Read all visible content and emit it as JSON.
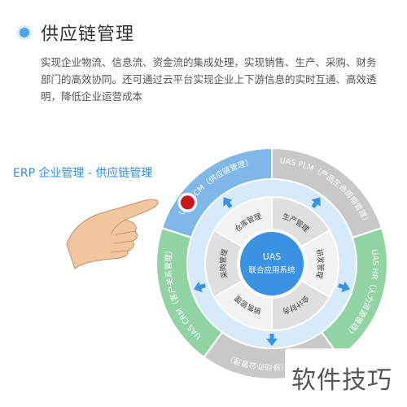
{
  "header": {
    "title": "供应链管理",
    "description": "实现企业物流、信息流、资金流的集成处理，实现销售、生产、采购、财务部门的高效协同。还可通过云平台实现企业上下游信息的实时互通、高效透明，降低企业运营成本"
  },
  "callout": {
    "label": "ERP 企业管理 - 供应链管理"
  },
  "diagram": {
    "center": {
      "line1": "UAS",
      "line2": "联合应用系统"
    },
    "outer_ring": [
      {
        "label": "UAS SCM（供应链管理）",
        "color": "#7fb7e8"
      },
      {
        "label": "UAS PLM（产品生命周期管理）",
        "color": "#c8c8c8"
      },
      {
        "label": "UAS HR（人力资源管理）",
        "color": "#92d3a4"
      },
      {
        "label": "UAS OA（移动办公管理）",
        "color": "#c8c8c8"
      },
      {
        "label": "UAS CRM（客户关系管理）",
        "color": "#92d3a4"
      }
    ],
    "inner_ring": [
      {
        "label": "仓库管理"
      },
      {
        "label": "生产管理"
      },
      {
        "label": "研发管理"
      },
      {
        "label": "会计财务"
      },
      {
        "label": "销售管理"
      },
      {
        "label": "采购管理"
      }
    ],
    "colors": {
      "accent": "#2f8fe0",
      "arrow": "#3a92e3",
      "center": "#3a92e3",
      "middle_ring": "#d7eaf9",
      "inner_light": "#f2f2f2",
      "inner_dark": "#dfdfdf",
      "hotspot": "#c8161d"
    }
  },
  "watermark": {
    "text": "软件技巧"
  }
}
